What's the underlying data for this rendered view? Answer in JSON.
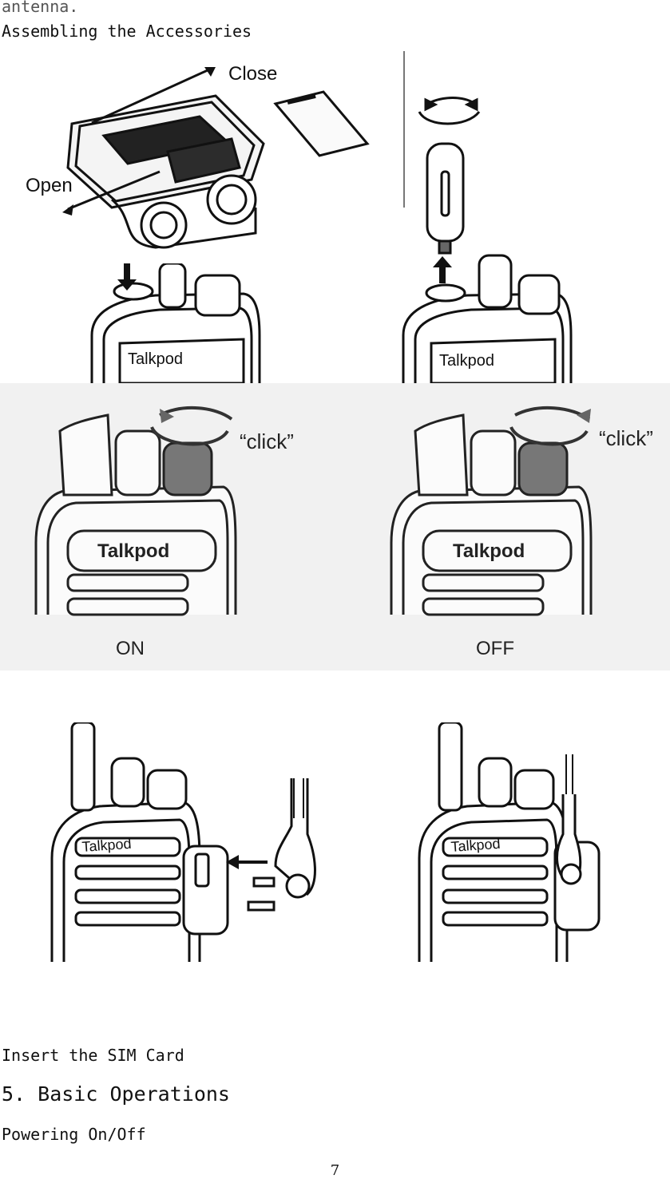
{
  "page": {
    "top_fragment": "antenna.",
    "section_title": "Assembling the Accessories",
    "caption_sim": "Insert the SIM Card",
    "chapter_heading": "5. Basic Operations",
    "subheading": "Powering On/Off",
    "page_number": "7"
  },
  "figures": {
    "battery": {
      "close_label": "Close",
      "open_label": "Open"
    },
    "antenna": {
      "brand_left": "Talkpod",
      "brand_right": "Talkpod"
    },
    "power": {
      "click_left": "“click”",
      "click_right": "“click”",
      "brand_left": "Talkpod",
      "brand_right": "Talkpod",
      "state_on": "ON",
      "state_off": "OFF"
    },
    "earpiece": {
      "brand_left": "Talkpod",
      "brand_right": "Talkpod"
    }
  }
}
